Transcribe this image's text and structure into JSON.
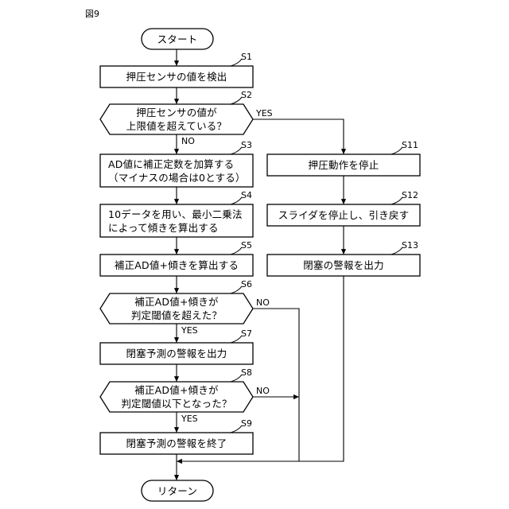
{
  "figure_label": "図9",
  "nodes": {
    "start": "スタート",
    "s1": "押圧センサの値を検出",
    "s2": [
      "押圧センサの値が",
      "上限値を超えている？"
    ],
    "s3": [
      "AD値に補正定数を加算する",
      "（マイナスの場合は0とする）"
    ],
    "s4": [
      "10データを用い、最小二乗法",
      "によって傾きを算出する"
    ],
    "s5": "補正AD値+傾きを算出する",
    "s6": [
      "補正AD値+傾きが",
      "判定閾値を超えた？"
    ],
    "s7": "閉塞予測の警報を出力",
    "s8": [
      "補正AD値+傾きが",
      "判定閾値以下となった？"
    ],
    "s9": "閉塞予測の警報を終了",
    "s11": "押圧動作を停止",
    "s12": "スライダを停止し、引き戻す",
    "s13": "閉塞の警報を出力",
    "end": "リターン"
  },
  "step_labels": {
    "s1": "S1",
    "s2": "S2",
    "s3": "S3",
    "s4": "S4",
    "s5": "S5",
    "s6": "S6",
    "s7": "S7",
    "s8": "S8",
    "s9": "S9",
    "s11": "S11",
    "s12": "S12",
    "s13": "S13"
  },
  "branch_labels": {
    "s2_yes": "YES",
    "s2_no": "NO",
    "s6_yes": "YES",
    "s6_no": "NO",
    "s8_yes": "YES",
    "s8_no": "NO"
  }
}
